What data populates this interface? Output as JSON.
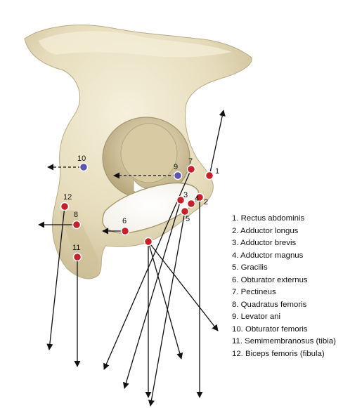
{
  "colors": {
    "bone": "#e6dcbc",
    "bone_shadow": "#b9ab84",
    "bone_highlight": "#f6f0dc",
    "marker_red": "#c8202a",
    "marker_blue": "#5b54b0",
    "arrow": "#111111"
  },
  "markers": [
    {
      "id": "1",
      "label": "1",
      "color": "red"
    },
    {
      "id": "2",
      "label": "2",
      "color": "red"
    },
    {
      "id": "3",
      "label": "3",
      "color": "red"
    },
    {
      "id": "4",
      "label": "4",
      "color": "red"
    },
    {
      "id": "5",
      "label": "5",
      "color": "red"
    },
    {
      "id": "6",
      "label": "6",
      "color": "red"
    },
    {
      "id": "7",
      "label": "7",
      "color": "red"
    },
    {
      "id": "8",
      "label": "8",
      "color": "red"
    },
    {
      "id": "9",
      "label": "9",
      "color": "blue"
    },
    {
      "id": "10",
      "label": "10",
      "color": "blue"
    },
    {
      "id": "11",
      "label": "11",
      "color": "red"
    },
    {
      "id": "12",
      "label": "12",
      "color": "red"
    },
    {
      "id": "ischial",
      "label": "",
      "color": "red"
    }
  ],
  "legend": [
    "1. Rectus abdominis",
    "2. Adductor longus",
    "3. Adductor brevis",
    "4. Adductor magnus",
    "5. Gracilis",
    "6. Obturator externus",
    "7. Pectineus",
    "8. Quadratus femoris",
    "9. Levator ani",
    "10. Obturator femoris",
    "11. Semimembranosus (tibia)",
    "12. Biceps femoris (fibula)"
  ]
}
